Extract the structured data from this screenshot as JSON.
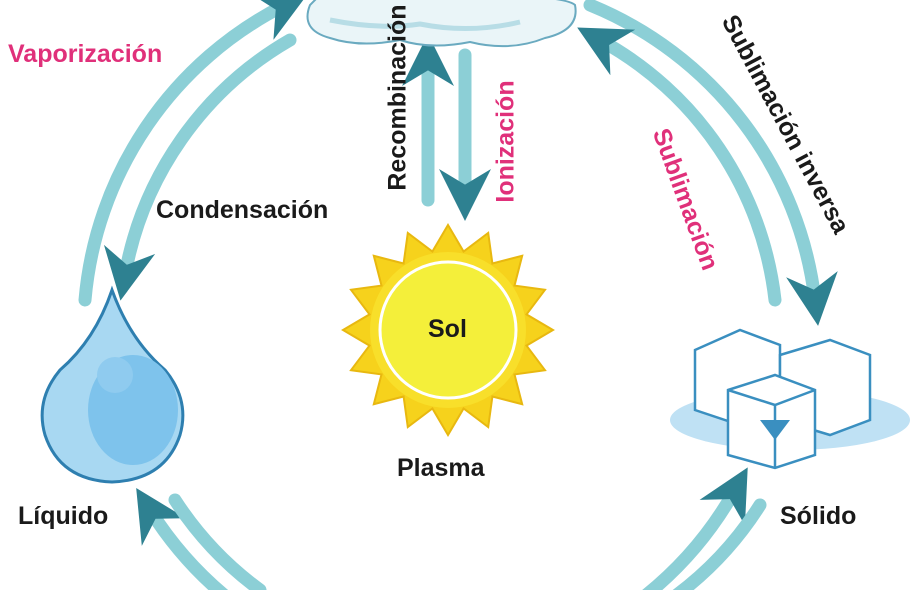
{
  "title_states": {
    "liquid": "Líquido",
    "solid": "Sólido",
    "plasma": "Plasma",
    "sun": "Sol"
  },
  "processes": {
    "vaporization": "Vaporización",
    "condensation": "Condensación",
    "recombination": "Recombinación",
    "ionization": "Ionización",
    "sublimation": "Sublimación",
    "reverse_sublimation": "Sublimación inversa"
  },
  "colors": {
    "arrow": "#8ccfd6",
    "arrowhead": "#2e8191",
    "pink": "#e0307a",
    "sun": "#f6e31c"
  }
}
